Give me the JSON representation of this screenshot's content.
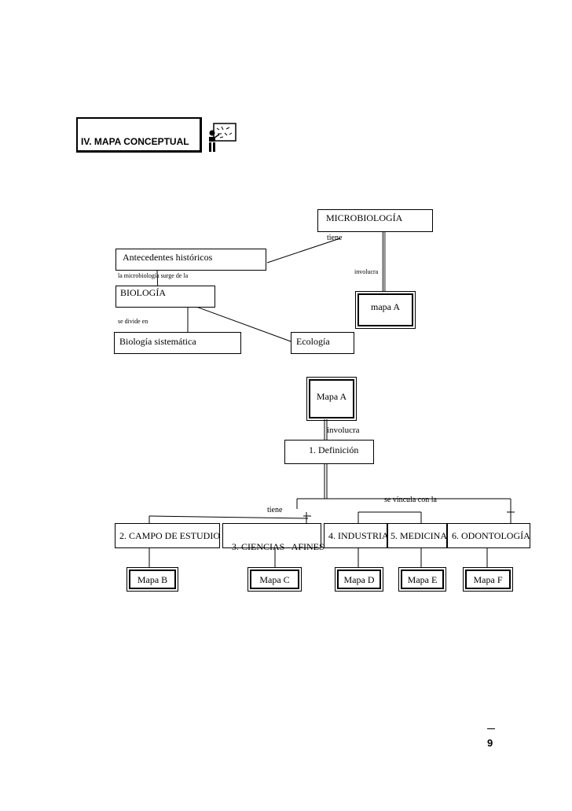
{
  "section": {
    "title": "IV. MAPA CONCEPTUAL",
    "icon": "teacher-at-whiteboard-icon"
  },
  "top_map": {
    "microbiologia": "MICROBIOLOGÍA",
    "tiene": "tiene",
    "antecedentes": "Antecedentes históricos",
    "surge_de": "la microbiología surge de la",
    "involucra": "involucra",
    "biologia": "BIOLOGÍA",
    "mapa_a": "mapa A",
    "divide": "se divide en",
    "sistematica": "Biología sistemática",
    "ecologia": "Ecología"
  },
  "bottom_map": {
    "mapa_a": "Mapa  A",
    "involucra": "involucra",
    "definicion": "1. Definición",
    "vincula": "se vincula con la",
    "tiene": "tiene",
    "categories": [
      "2. CAMPO DE ESTUDIO",
      "3. CIENCIAS   AFINES",
      "4. INDUSTRIA",
      "5. MEDICINA",
      "6. ODONTOLOGÍA"
    ],
    "maps": [
      "Mapa B",
      "Mapa C",
      "Mapa D",
      "Mapa E",
      "Mapa F"
    ]
  },
  "page": {
    "number": "9"
  }
}
